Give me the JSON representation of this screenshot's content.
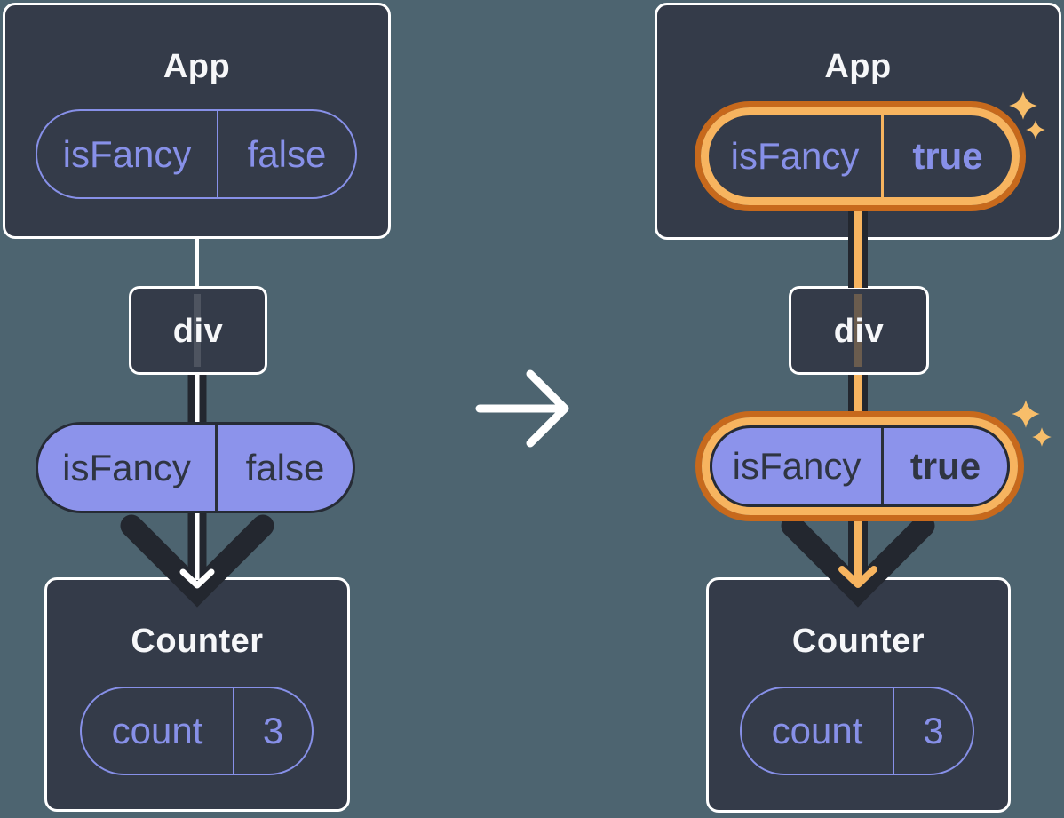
{
  "panels": {
    "before": {
      "app": {
        "title": "App"
      },
      "app_prop": {
        "key": "isFancy",
        "value": "false"
      },
      "div": {
        "label": "div"
      },
      "passed_prop": {
        "key": "isFancy",
        "value": "false"
      },
      "counter": {
        "title": "Counter"
      },
      "counter_state": {
        "key": "count",
        "value": "3"
      }
    },
    "after": {
      "app": {
        "title": "App"
      },
      "app_prop": {
        "key": "isFancy",
        "value": "true"
      },
      "div": {
        "label": "div"
      },
      "passed_prop": {
        "key": "isFancy",
        "value": "true"
      },
      "counter": {
        "title": "Counter"
      },
      "counter_state": {
        "key": "count",
        "value": "3"
      }
    }
  },
  "icons": {
    "transition_arrow": "→",
    "sparkle": "✦"
  },
  "colors": {
    "background": "#4D6470",
    "node_fill": "#343B49",
    "node_border": "#FFFFFF",
    "accent_purple": "#8790E8",
    "pill_fill_purple": "#8C93EB",
    "text_on_purple": "#2F3542",
    "arrow_dark": "#23272F",
    "connector_white": "#FFFFFF",
    "highlight_orange": "#F7B45F",
    "highlight_orange_dark": "#C7691C",
    "sparkle_orange": "#F8BE6A"
  }
}
